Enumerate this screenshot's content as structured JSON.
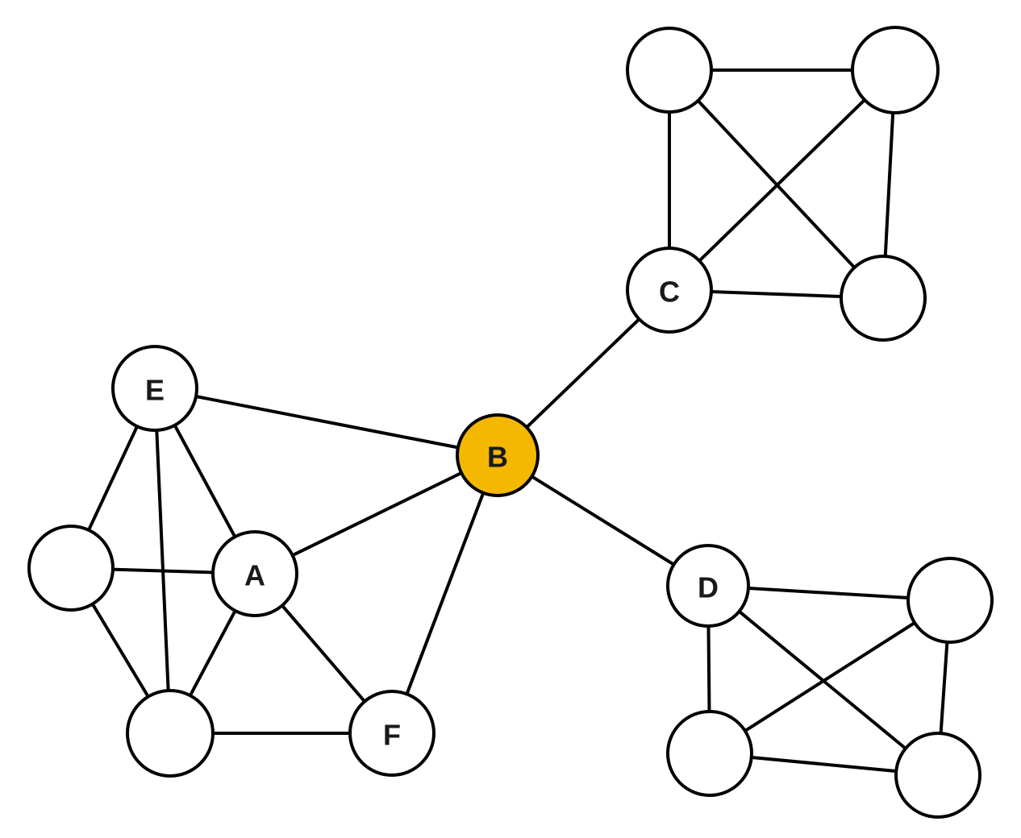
{
  "graph": {
    "colors": {
      "node_fill": "#ffffff",
      "highlight_fill": "#f5b800",
      "stroke": "#000000",
      "label": "#1a1a1a"
    },
    "highlighted_node": "B",
    "nodes": [
      {
        "id": "B",
        "label": "B"
      },
      {
        "id": "C",
        "label": "C"
      },
      {
        "id": "D",
        "label": "D"
      },
      {
        "id": "E",
        "label": "E"
      },
      {
        "id": "A",
        "label": "A"
      },
      {
        "id": "F",
        "label": "F"
      },
      {
        "id": "c1",
        "label": ""
      },
      {
        "id": "c2",
        "label": ""
      },
      {
        "id": "c3",
        "label": ""
      },
      {
        "id": "d1",
        "label": ""
      },
      {
        "id": "d2",
        "label": ""
      },
      {
        "id": "d3",
        "label": ""
      },
      {
        "id": "l1",
        "label": ""
      },
      {
        "id": "l2",
        "label": ""
      }
    ],
    "edges": [
      [
        "E",
        "B"
      ],
      [
        "A",
        "B"
      ],
      [
        "F",
        "B"
      ],
      [
        "B",
        "C"
      ],
      [
        "B",
        "D"
      ],
      [
        "E",
        "l1"
      ],
      [
        "E",
        "A"
      ],
      [
        "E",
        "l2"
      ],
      [
        "l1",
        "A"
      ],
      [
        "l1",
        "l2"
      ],
      [
        "A",
        "l2"
      ],
      [
        "A",
        "F"
      ],
      [
        "l2",
        "F"
      ],
      [
        "c1",
        "c2"
      ],
      [
        "c1",
        "C"
      ],
      [
        "c1",
        "c3"
      ],
      [
        "c2",
        "C"
      ],
      [
        "c2",
        "c3"
      ],
      [
        "C",
        "c3"
      ],
      [
        "D",
        "d1"
      ],
      [
        "D",
        "d2"
      ],
      [
        "D",
        "d3"
      ],
      [
        "d1",
        "d2"
      ],
      [
        "d1",
        "d3"
      ],
      [
        "d2",
        "d3"
      ]
    ]
  }
}
